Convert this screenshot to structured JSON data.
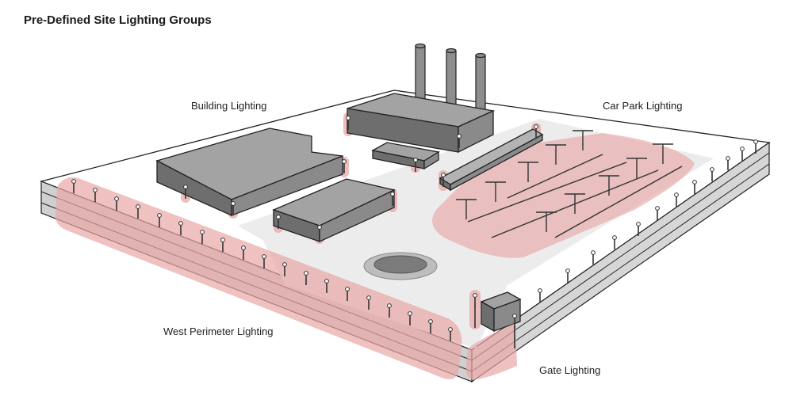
{
  "title": "Pre-Defined Site Lighting Groups",
  "labels": {
    "building": "Building Lighting",
    "car_park": "Car Park Lighting",
    "west_perimeter": "West Perimeter Lighting",
    "gate": "Gate Lighting"
  },
  "colors": {
    "highlight": "#e8a7a7",
    "building_top": "#a3a3a3",
    "building_side": "#6e6e6e",
    "ground": "#ffffff",
    "road": "#ececec",
    "wall": "#cfcfcf",
    "outline": "#222222"
  }
}
